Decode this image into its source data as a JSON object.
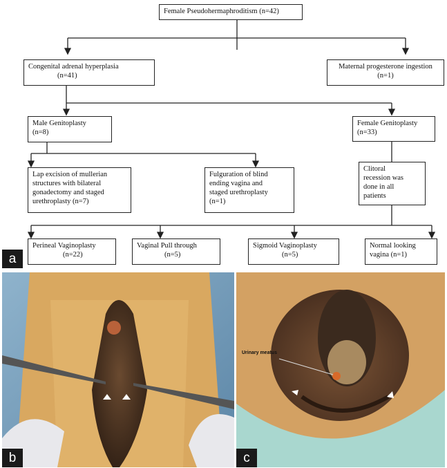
{
  "flowchart": {
    "root": "Female Pseudohermaphroditism (n=42)",
    "cah": {
      "title": "Congenital adrenal hyperplasia",
      "n": "(n=41)"
    },
    "maternal": {
      "title": "Maternal progesterone ingestion",
      "n": "(n=1)"
    },
    "male_genitoplasty": {
      "title": "Male Genitoplasty",
      "n": "(n=8)"
    },
    "female_genitoplasty": {
      "title": "Female Genitoplasty",
      "n": "(n=33)"
    },
    "lap_excision": {
      "lines": [
        "Lap excision of mullerian",
        "structures with bilateral",
        "gonadectomy and staged",
        "urethroplasty (n=7)"
      ]
    },
    "fulguration": {
      "lines": [
        "Fulguration of blind",
        "ending vagina and",
        "staged urethroplasty",
        "(n=1)"
      ]
    },
    "clitoral": {
      "lines": [
        "Clitoral",
        "recession was",
        "done in all",
        "patients"
      ]
    },
    "perineal": {
      "title": "Perineal Vaginoplasty",
      "n": "(n=22)"
    },
    "pull_through": {
      "title": "Vaginal Pull through",
      "n": "(n=5)"
    },
    "sigmoid": {
      "title": "Sigmoid Vaginoplasty",
      "n": "(n=5)"
    },
    "normal": {
      "title": "Normal looking",
      "n": "vagina (n=1)"
    }
  },
  "panels": {
    "a": "a",
    "b": "b",
    "c": "c"
  },
  "annotations": {
    "urinary_meatus": "Urinary meatus"
  }
}
